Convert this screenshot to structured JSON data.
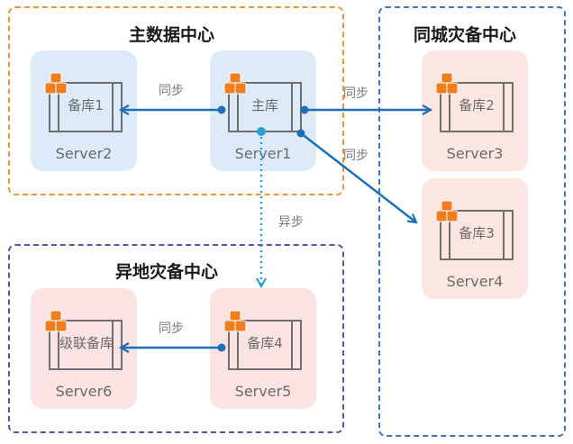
{
  "zones": {
    "primary": {
      "title": "主数据中心",
      "color": "#e8963a"
    },
    "same_city": {
      "title": "同城灾备中心",
      "color": "#3f73c4"
    },
    "remote": {
      "title": "异地灾备中心",
      "color": "#6b4aa0"
    }
  },
  "servers": {
    "server1": {
      "db": "主库",
      "name": "Server1",
      "zone": "primary"
    },
    "server2": {
      "db": "备库1",
      "name": "Server2",
      "zone": "primary"
    },
    "server3": {
      "db": "备库2",
      "name": "Server3",
      "zone": "same_city"
    },
    "server4": {
      "db": "备库3",
      "name": "Server4",
      "zone": "same_city"
    },
    "server5": {
      "db": "备库4",
      "name": "Server5",
      "zone": "remote"
    },
    "server6": {
      "db": "级联备库",
      "name": "Server6",
      "zone": "remote"
    }
  },
  "edges": [
    {
      "from": "server1",
      "to": "server2",
      "label": "同步",
      "style": "solid"
    },
    {
      "from": "server1",
      "to": "server3",
      "label": "同步",
      "style": "solid"
    },
    {
      "from": "server1",
      "to": "server4",
      "label": "同步",
      "style": "solid"
    },
    {
      "from": "server1",
      "to": "server5",
      "label": "异步",
      "style": "dotted"
    },
    {
      "from": "server5",
      "to": "server6",
      "label": "同步",
      "style": "solid"
    }
  ],
  "colors": {
    "sync_line": "#1e6fb8",
    "async_line": "#2a9fd6",
    "cube_orange": "#f07d1e",
    "db_stroke": "#6e6e6e"
  },
  "icons": {
    "database": "database-cubes-icon",
    "arrow": "arrow-head-icon"
  }
}
